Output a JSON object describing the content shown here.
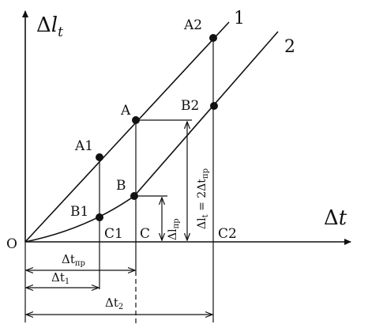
{
  "axes": {
    "y_symbol": "Δ",
    "y_var": "l",
    "y_sub": "t",
    "x_symbol": "Δ",
    "x_var": "t",
    "origin": "O"
  },
  "curves": [
    {
      "label": "1"
    },
    {
      "label": "2"
    }
  ],
  "points": {
    "a": "A",
    "a1": "A1",
    "a2": "A2",
    "b": "B",
    "b1": "B1",
    "b2": "B2",
    "c": "C",
    "c1": "C1",
    "c2": "C2"
  },
  "annotations": {
    "dl_pr_main": "Δl",
    "dl_pr_sub": "пр",
    "dlt_eq_main": "Δl",
    "dlt_eq_sub": "t",
    "dlt_eq_rhs": " = 2Δt",
    "dlt_eq_rhs_sub": "пр"
  },
  "intervals": {
    "dt_pr_main": "Δt",
    "dt_pr_sub": "пр",
    "dt1_main": "Δt",
    "dt1_sub": "1",
    "dt2_main": "Δt",
    "dt2_sub": "2"
  },
  "colors": {
    "ink": "#111111",
    "background": "#ffffff"
  }
}
